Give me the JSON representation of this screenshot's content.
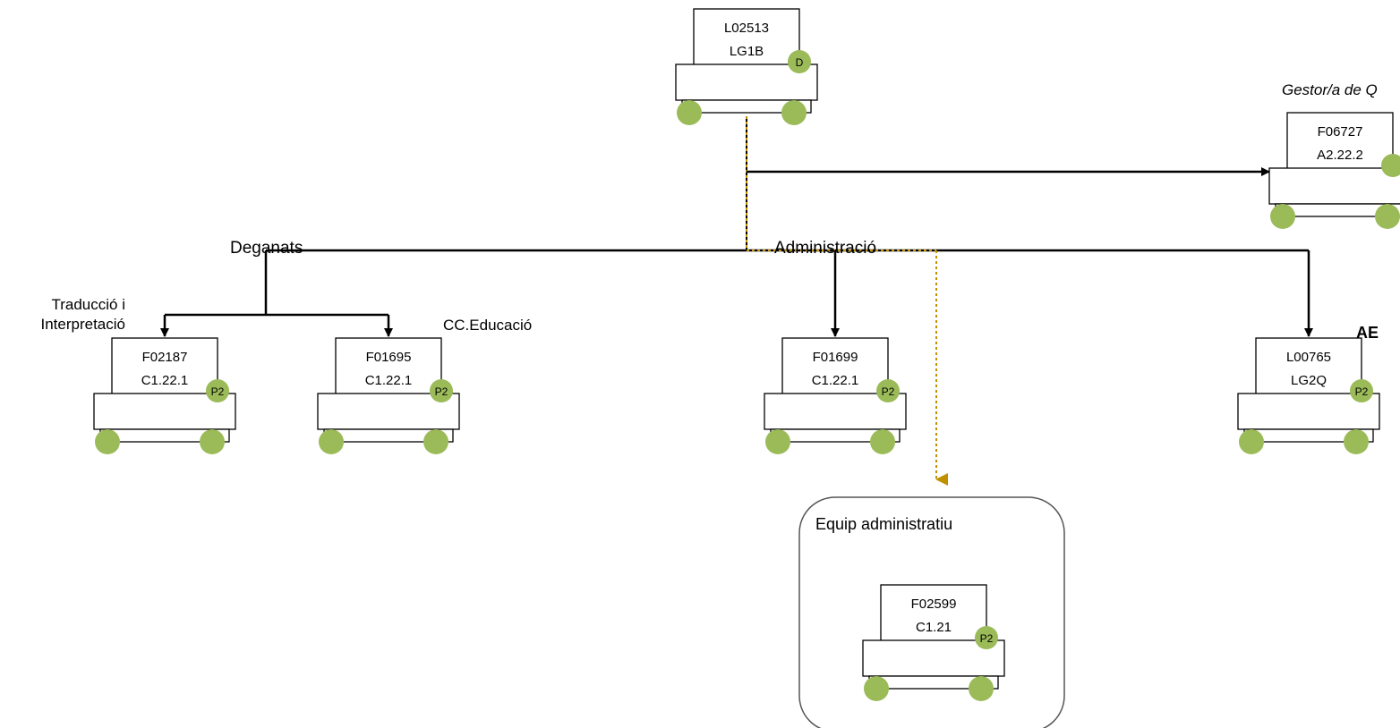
{
  "labels": {
    "deganats": "Deganats",
    "administracio": "Administració",
    "gestor": "Gestor/a de Q",
    "traduccio_line1": "Traducció i",
    "traduccio_line2": "Interpretació",
    "cc_educacio": "CC.Educació",
    "ae": "AE",
    "equip": "Equip administratiu"
  },
  "nodes": {
    "root": {
      "code": "L02513",
      "grade": "LG1B",
      "badge": "D"
    },
    "gestor": {
      "code": "F06727",
      "grade": "A2.22.2",
      "badge": ""
    },
    "trad": {
      "code": "F02187",
      "grade": "C1.22.1",
      "badge": "P2"
    },
    "educ": {
      "code": "F01695",
      "grade": "C1.22.1",
      "badge": "P2"
    },
    "admin": {
      "code": "F01699",
      "grade": "C1.22.1",
      "badge": "P2"
    },
    "ae": {
      "code": "L00765",
      "grade": "LG2Q",
      "badge": "P2"
    },
    "equip": {
      "code": "F02599",
      "grade": "C1.21",
      "badge": "P2"
    }
  },
  "colors": {
    "circle": "#9bbb59",
    "dotted": "#c09000",
    "line": "#000000"
  }
}
